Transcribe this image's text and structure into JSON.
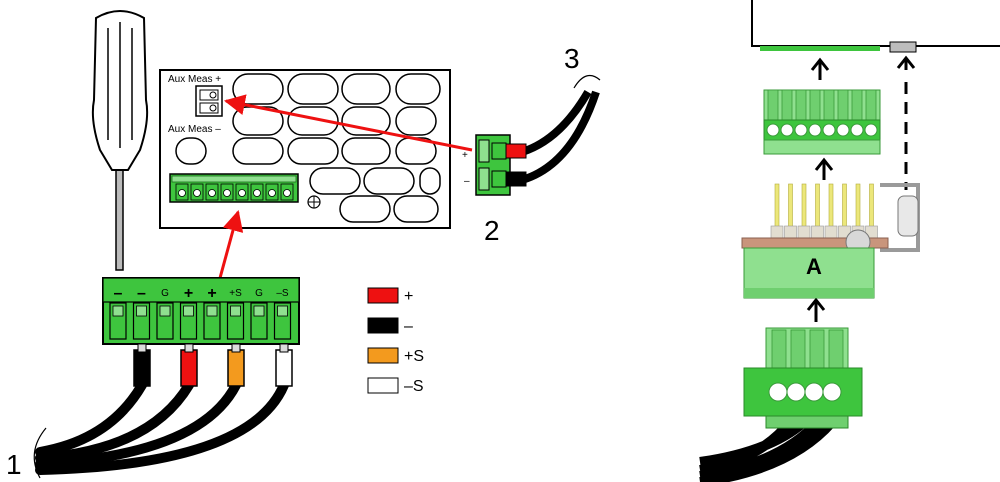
{
  "panel": {
    "aux_meas_plus": "Aux Meas +",
    "aux_meas_minus": "Aux Meas –"
  },
  "connector_8pin": {
    "pin_labels": [
      "–",
      "–",
      "G",
      "+",
      "+",
      "+S",
      "G",
      "–S"
    ]
  },
  "aux_plug": {
    "plus_label": "+",
    "minus_label": "–"
  },
  "callouts": {
    "one": "1",
    "two": "2",
    "three": "3"
  },
  "legend": {
    "items": [
      {
        "color": "#ee1111",
        "label": "+"
      },
      {
        "color": "#000000",
        "label": "–"
      },
      {
        "color": "#f39a1e",
        "label": "+S"
      },
      {
        "color": "#ffffff",
        "label": "–S"
      }
    ]
  },
  "right_detail": {
    "label_a": "A"
  },
  "colors": {
    "connector_green": "#3ec53e",
    "pale_green": "#8fe08f",
    "arrow_red": "#ee1111",
    "pcb": "#c9957c",
    "pin_yellow": "#ece77a"
  }
}
